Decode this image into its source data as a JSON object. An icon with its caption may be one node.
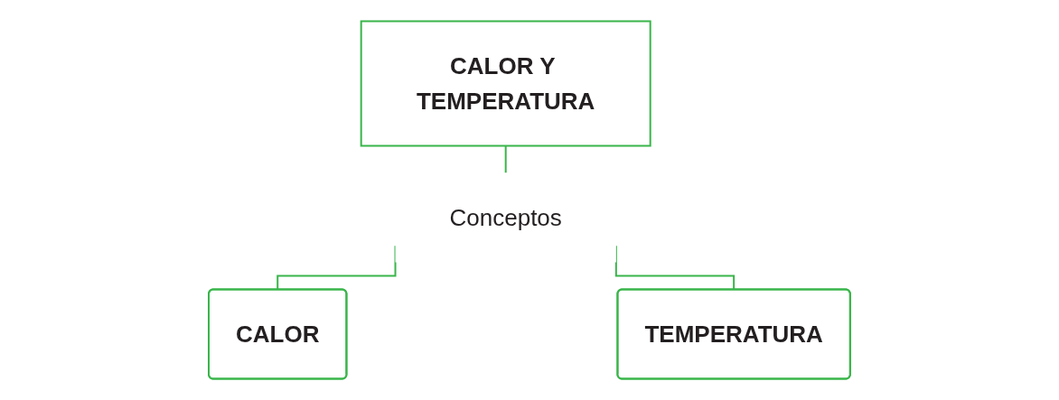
{
  "diagram": {
    "nodes": [
      {
        "text": [
          "CALOR Y TEMPERATURA"
        ]
      },
      {
        "text": [
          "Conceptos"
        ]
      },
      {
        "text": [
          "CALOR"
        ]
      },
      {
        "text": [
          "TEMPERATURA"
        ]
      }
    ],
    "edges": [
      {
        "from": 0,
        "to": 1,
        "arrow": "none"
      },
      {
        "from": 1,
        "to": 2,
        "arrow": "none"
      },
      {
        "from": 1,
        "to": 3,
        "arrow": "none"
      }
    ]
  }
}
